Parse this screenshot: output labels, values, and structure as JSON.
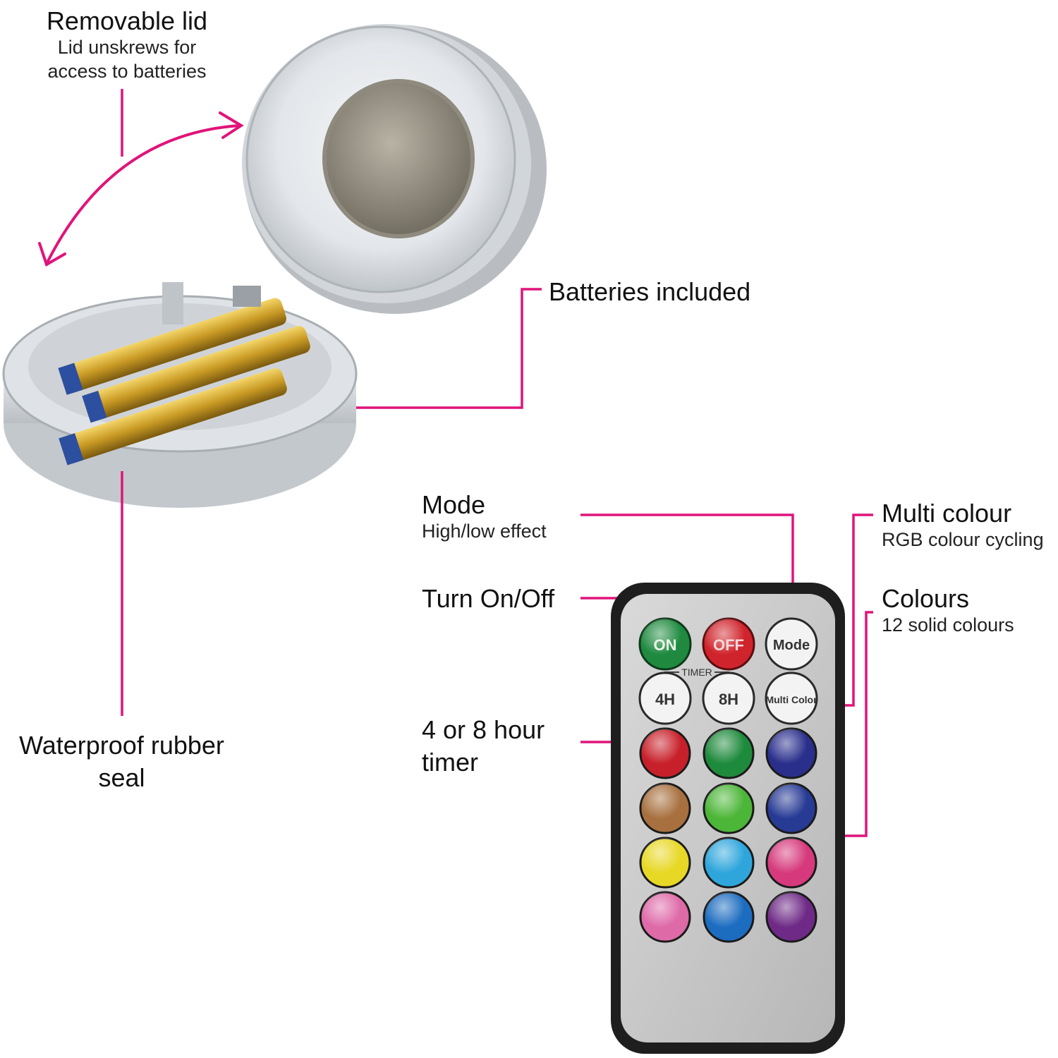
{
  "labels": {
    "removable_lid": {
      "title": "Removable lid",
      "sub_line1": "Lid unskrews for",
      "sub_line2": "access to batteries"
    },
    "batteries": {
      "title": "Batteries included"
    },
    "seal": {
      "line1": "Waterproof rubber",
      "line2": "seal"
    },
    "mode": {
      "title": "Mode",
      "sub": "High/low effect"
    },
    "onoff": {
      "title": "Turn On/Off"
    },
    "timer": {
      "line1": "4 or 8 hour",
      "line2": "timer"
    },
    "multi": {
      "title": "Multi colour",
      "sub": "RGB colour cycling"
    },
    "colours": {
      "title": "Colours",
      "sub": "12 solid colours"
    }
  },
  "remote": {
    "buttons": {
      "on": "ON",
      "off": "OFF",
      "mode": "Mode",
      "h4": "4H",
      "h8": "8H",
      "multi": "Multi Color"
    },
    "timer_caption": "TIMER",
    "colour_buttons": [
      "#c8202a",
      "#1e8a3c",
      "#2a2f8c",
      "#a8703f",
      "#4cb638",
      "#273a94",
      "#e8d826",
      "#2ea6dc",
      "#d63a7c",
      "#de6aa8",
      "#1c6cc0",
      "#6e2a86"
    ]
  },
  "colors": {
    "accent": "#e0147a",
    "remote_body": "#1e1e1e",
    "remote_face": "#c9c9c9",
    "on_button": "#1f8a3f",
    "off_button": "#d0242c"
  },
  "icons": [
    "curved-double-arrow-icon",
    "lid-illustration",
    "battery-case-illustration",
    "remote-control-illustration"
  ]
}
